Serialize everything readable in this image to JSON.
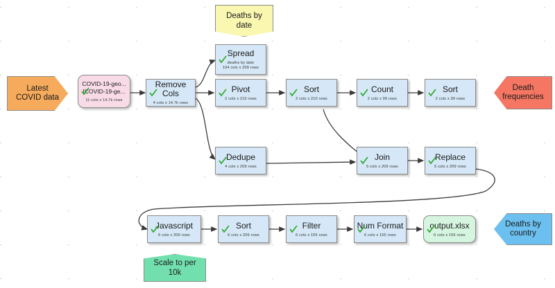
{
  "canvas": {
    "background": "#ffffff",
    "grid_dot_color": "#9aa0aa",
    "node_fill": "#d6e8f7",
    "file_node_fill": "#d6f5e0",
    "source_node_fill": "#f9dbe8",
    "input_tag_color": "#f6ab5c",
    "output_tag_red": "#f47663",
    "output_tag_blue": "#6cc0ef",
    "note_yellow": "#f9f7b0",
    "note_green": "#72e0ae",
    "check_color": "#33aa33",
    "edge_color": "#3a3a3a"
  },
  "tags": {
    "input": {
      "label": "Latest\nCOVID data",
      "line1": "Latest",
      "line2": "COVID data"
    },
    "output_red": {
      "line1": "Death",
      "line2": "frequencies"
    },
    "output_blue": {
      "line1": "Deaths by",
      "line2": "country"
    }
  },
  "notes": [
    {
      "id": "note-deaths-by-date",
      "line1": "Deaths by",
      "line2": "date",
      "color": "yellow"
    },
    {
      "id": "note-scale-per-10k",
      "line1": "Scale to per",
      "line2": "10k",
      "color": "green"
    }
  ],
  "nodes": [
    {
      "id": "source-covid",
      "title": "COVID-19-geo...",
      "title2": "[COVID-19-ge...",
      "sub": "11 cols x 14.7k rows",
      "kind": "source",
      "checked": true
    },
    {
      "id": "remove-cols",
      "title": "Remove Cols",
      "sub": "4 cols x 14.7k rows",
      "kind": "step",
      "checked": true
    },
    {
      "id": "spread",
      "title": "Spread",
      "sub": "deaths by date",
      "sub2": "104 cols x 209 rows",
      "kind": "step",
      "checked": true
    },
    {
      "id": "pivot",
      "title": "Pivot",
      "sub": "2 cols x 210 rows",
      "kind": "step",
      "checked": true
    },
    {
      "id": "sort-1",
      "title": "Sort",
      "sub": "2 cols x 210 rows",
      "kind": "step",
      "checked": true
    },
    {
      "id": "count",
      "title": "Count",
      "sub": "2 cols x 99 rows",
      "kind": "step",
      "checked": true
    },
    {
      "id": "sort-2",
      "title": "Sort",
      "sub": "2 cols x 99 rows",
      "kind": "step",
      "checked": true
    },
    {
      "id": "dedupe",
      "title": "Dedupe",
      "sub": "4 cols x 209 rows",
      "kind": "step",
      "checked": true
    },
    {
      "id": "join",
      "title": "Join",
      "sub": "5 cols x 209 rows",
      "kind": "step",
      "checked": true
    },
    {
      "id": "replace",
      "title": "Replace",
      "sub": "5 cols x 209 rows",
      "kind": "step",
      "checked": true
    },
    {
      "id": "javascript",
      "title": "Javascript",
      "sub": "6 cols x 209 rows",
      "kind": "step",
      "checked": true
    },
    {
      "id": "sort-3",
      "title": "Sort",
      "sub": "6 cols x 209 rows",
      "kind": "step",
      "checked": true
    },
    {
      "id": "filter",
      "title": "Filter",
      "sub": "6 cols x 155 rows",
      "kind": "step",
      "checked": true
    },
    {
      "id": "num-format",
      "title": "Num Format",
      "sub": "6 cols x 155 rows",
      "kind": "step",
      "checked": true
    },
    {
      "id": "output-file",
      "title": "output.xlsx",
      "sub": "6 cols x 155 rows",
      "kind": "file",
      "checked": true
    }
  ]
}
